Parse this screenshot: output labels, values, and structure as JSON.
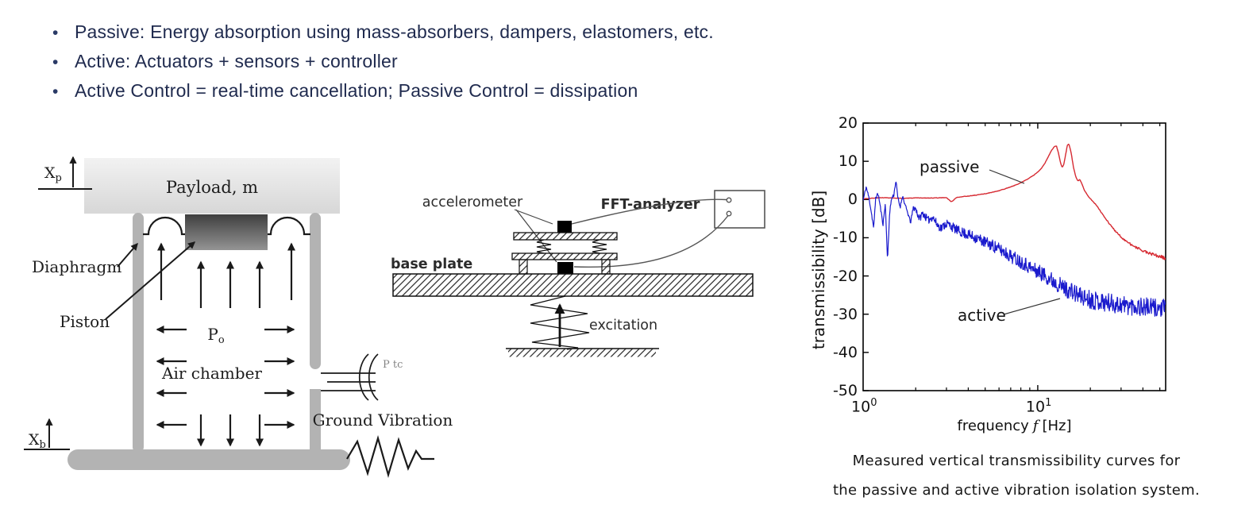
{
  "slide": {
    "bullet_char": "•",
    "bullets": [
      "Passive: Energy absorption using mass-absorbers, dampers, elastomers, etc.",
      "Active: Actuators + sensors + controller",
      "Active Control = real-time cancellation; Passive Control = dissipation"
    ],
    "text_color": "#1f2a4e"
  },
  "isolator": {
    "xp": {
      "base": "X",
      "sub": "p"
    },
    "xb": {
      "base": "X",
      "sub": "b"
    },
    "payload": "Payload, m",
    "diaphragm": "Diaphragm",
    "piston": "Piston",
    "pressure": {
      "base": "P",
      "sub": "o"
    },
    "air_chamber": "Air chamber",
    "pipe_label": "P tc",
    "ground_vibration": "Ground Vibration"
  },
  "experiment": {
    "accelerometer": "accelerometer",
    "fft_analyzer": "FFT-analyzer",
    "base_plate": "base plate",
    "excitation": "excitation"
  },
  "chart_data": {
    "type": "line",
    "title": "",
    "xlabel": "frequency f [Hz]",
    "xlabel_parts": {
      "pre": "frequency",
      "var": "f",
      "post": "[Hz]"
    },
    "ylabel": "transmissibility [dB]",
    "xscale": "log",
    "xlim": [
      1,
      54
    ],
    "ylim": [
      -50,
      20
    ],
    "yticks": [
      20,
      10,
      0,
      -10,
      -20,
      -30,
      -40,
      -50
    ],
    "xticks": [
      {
        "label_base": "10",
        "label_exp": "0",
        "value": 1
      },
      {
        "label_base": "10",
        "label_exp": "1",
        "value": 10
      }
    ],
    "minor_xticks": [
      2,
      3,
      4,
      5,
      6,
      7,
      8,
      9,
      20,
      30,
      40,
      50
    ],
    "grid": false,
    "legend": "inline-annotations",
    "series": [
      {
        "name": "passive",
        "color": "#d62a32",
        "points": [
          [
            1,
            0.2
          ],
          [
            1.3,
            0.5
          ],
          [
            1.6,
            0.3
          ],
          [
            2,
            0.4
          ],
          [
            2.5,
            0.4
          ],
          [
            3,
            0.5
          ],
          [
            3.2,
            -0.6
          ],
          [
            3.45,
            0.6
          ],
          [
            4,
            0.9
          ],
          [
            4.5,
            1.2
          ],
          [
            5,
            1.5
          ],
          [
            5.5,
            1.9
          ],
          [
            6,
            2.3
          ],
          [
            6.5,
            2.8
          ],
          [
            7,
            3.3
          ],
          [
            7.5,
            3.8
          ],
          [
            8,
            4.4
          ],
          [
            8.5,
            5
          ],
          [
            9,
            5.7
          ],
          [
            9.5,
            6.4
          ],
          [
            10,
            7.2
          ],
          [
            10.5,
            8.2
          ],
          [
            11,
            9.5
          ],
          [
            11.5,
            11.2
          ],
          [
            12,
            12.9
          ],
          [
            12.5,
            13.9
          ],
          [
            12.8,
            14
          ],
          [
            13.1,
            12.4
          ],
          [
            13.5,
            9.6
          ],
          [
            13.8,
            8.4
          ],
          [
            14.1,
            9.2
          ],
          [
            14.5,
            12.2
          ],
          [
            14.8,
            14.3
          ],
          [
            15.1,
            14.5
          ],
          [
            15.5,
            12.4
          ],
          [
            16,
            8.6
          ],
          [
            16.5,
            6
          ],
          [
            17,
            4.8
          ],
          [
            17.4,
            5.3
          ],
          [
            17.8,
            4.4
          ],
          [
            18.5,
            2.4
          ],
          [
            19.5,
            0.8
          ],
          [
            20.5,
            -0.3
          ],
          [
            21.5,
            -1.3
          ],
          [
            22.5,
            -2.6
          ],
          [
            24,
            -4.5
          ],
          [
            26,
            -6.6
          ],
          [
            28,
            -8.4
          ],
          [
            30,
            -9.8
          ],
          [
            33,
            -11.3
          ],
          [
            36,
            -12.4
          ],
          [
            40,
            -13.4
          ],
          [
            44,
            -14.1
          ],
          [
            48,
            -14.7
          ],
          [
            54,
            -15.4
          ]
        ]
      },
      {
        "name": "active",
        "color": "#1a1acd",
        "points": [
          [
            1,
            -0.3
          ],
          [
            1.04,
            3.3
          ],
          [
            1.08,
            0.5
          ],
          [
            1.12,
            -4
          ],
          [
            1.15,
            -7.5
          ],
          [
            1.18,
            0.5
          ],
          [
            1.22,
            1.5
          ],
          [
            1.26,
            -2.5
          ],
          [
            1.3,
            -6.5
          ],
          [
            1.34,
            -1
          ],
          [
            1.38,
            -16
          ],
          [
            1.42,
            -3
          ],
          [
            1.46,
            0.5
          ],
          [
            1.5,
            1.2
          ],
          [
            1.54,
            5
          ],
          [
            1.58,
            0.5
          ],
          [
            1.63,
            -2
          ],
          [
            1.68,
            1
          ],
          [
            1.74,
            -1.5
          ],
          [
            1.8,
            -3.5
          ],
          [
            1.87,
            -6
          ],
          [
            1.94,
            -2
          ],
          [
            2,
            -2.5
          ],
          [
            2.1,
            -5
          ],
          [
            2.2,
            -3.5
          ],
          [
            2.35,
            -5.5
          ],
          [
            2.5,
            -4.5
          ],
          [
            2.65,
            -6.5
          ],
          [
            2.8,
            -7.5
          ],
          [
            3,
            -6.2
          ],
          [
            3.2,
            -7
          ],
          [
            3.5,
            -8.2
          ],
          [
            3.8,
            -8.8
          ],
          [
            4.2,
            -9.6
          ],
          [
            4.6,
            -10.3
          ],
          [
            5,
            -11.2
          ],
          [
            5.5,
            -12
          ],
          [
            6,
            -13
          ],
          [
            6.5,
            -13.8
          ],
          [
            7,
            -14.8
          ],
          [
            7.7,
            -15.8
          ],
          [
            8.5,
            -16.8
          ],
          [
            9.3,
            -18.2
          ],
          [
            10,
            -18.8
          ],
          [
            11,
            -19.8
          ],
          [
            12,
            -21
          ],
          [
            13,
            -22
          ],
          [
            14,
            -23
          ],
          [
            15.5,
            -24
          ],
          [
            17,
            -25
          ],
          [
            19,
            -25.8
          ],
          [
            21,
            -26.3
          ],
          [
            24,
            -26.8
          ],
          [
            27,
            -27.2
          ],
          [
            31,
            -27.6
          ],
          [
            36,
            -27.9
          ],
          [
            42,
            -28.2
          ],
          [
            48,
            -28.4
          ],
          [
            54,
            -28.6
          ]
        ]
      }
    ]
  },
  "caption": {
    "line1": "Measured vertical transmissibility curves for",
    "line2": "the passive and active vibration isolation system."
  }
}
